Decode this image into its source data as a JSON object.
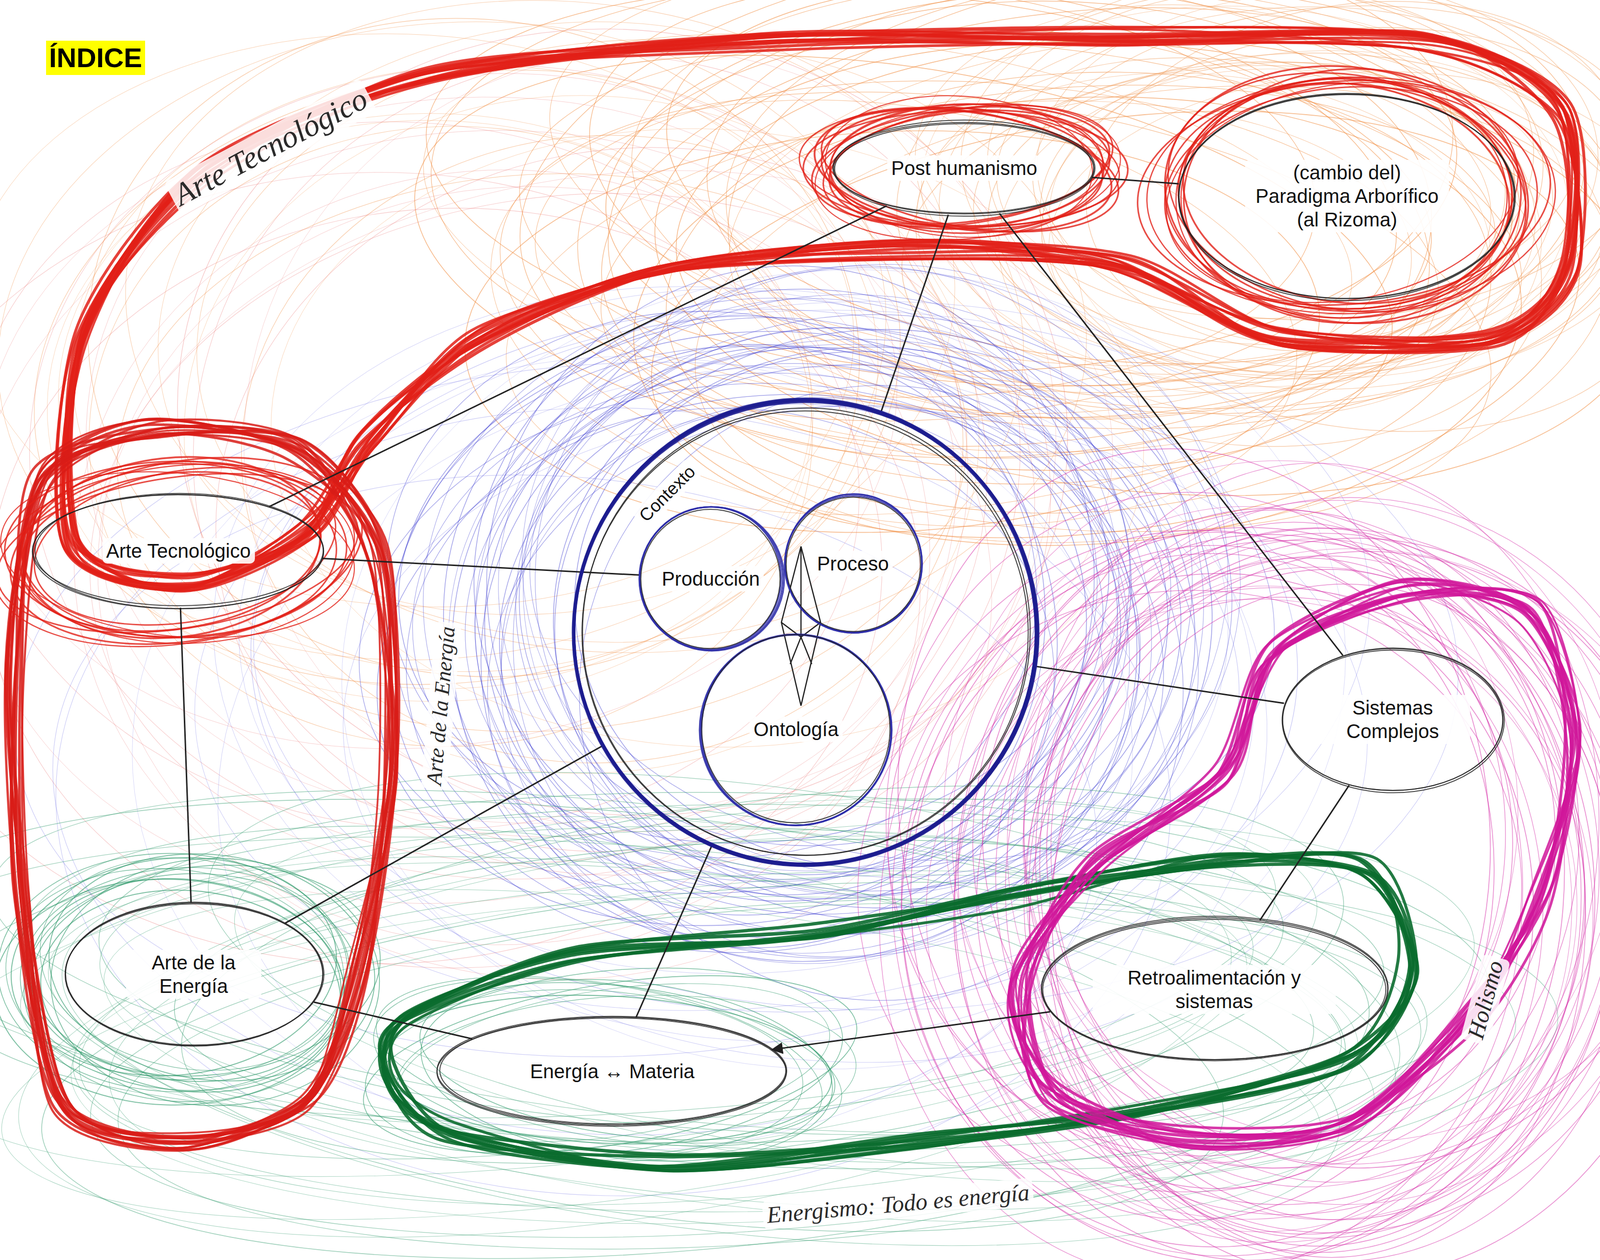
{
  "diagram": {
    "title": "ÍNDICE",
    "nodes": [
      {
        "text": [
          "Arte Tecnológico"
        ]
      },
      {
        "text": [
          "Post humanismo"
        ]
      },
      {
        "text": [
          "(cambio del) Paradigma Arborífico (al Rizoma)"
        ]
      },
      {
        "text": [
          "Contexto"
        ]
      },
      {
        "text": [
          "Producción"
        ],
        "in": 3
      },
      {
        "text": [
          "Proceso"
        ],
        "in": 3
      },
      {
        "text": [
          "Ontología"
        ],
        "in": 3
      },
      {
        "text": [
          "Sistemas Complejos"
        ]
      },
      {
        "text": [
          "Arte de la Energía"
        ]
      },
      {
        "text": [
          "Energía ↔ Materia"
        ]
      },
      {
        "text": [
          "Retroalimentación y sistemas"
        ]
      }
    ],
    "edges": [
      {
        "from": 0,
        "to": 1,
        "arrow": "none"
      },
      {
        "from": 1,
        "to": 2,
        "arrow": "none"
      },
      {
        "from": 1,
        "to": 3,
        "arrow": "none"
      },
      {
        "from": 1,
        "to": 7,
        "arrow": "none"
      },
      {
        "from": 0,
        "to": 4,
        "arrow": "none"
      },
      {
        "from": 0,
        "to": 8,
        "arrow": "none"
      },
      {
        "from": 8,
        "to": 3,
        "arrow": "none"
      },
      {
        "from": 8,
        "to": 9,
        "arrow": "none"
      },
      {
        "from": 3,
        "to": 9,
        "arrow": "none"
      },
      {
        "from": 3,
        "to": 7,
        "arrow": "none"
      },
      {
        "from": 7,
        "to": 10,
        "arrow": "none"
      },
      {
        "from": 10,
        "to": 9,
        "arrow": "to"
      }
    ],
    "labels": [
      "Arte Tecnológico",
      "Arte de la Energía",
      "Holismo",
      "Energismo: Todo es energía"
    ]
  }
}
